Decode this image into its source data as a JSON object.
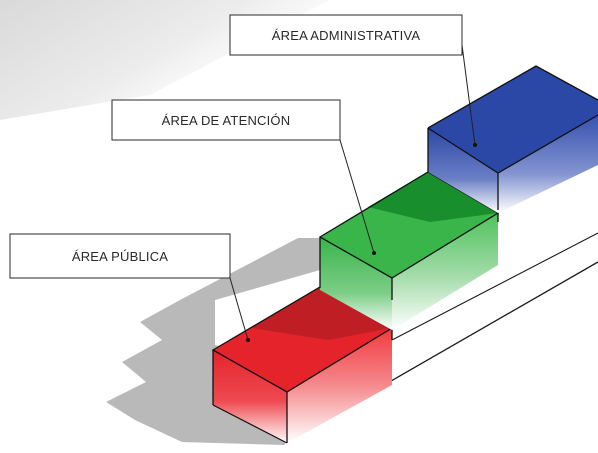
{
  "zones": [
    {
      "key": "publica",
      "label": "ÁREA PÚBLICA",
      "color": "#e4232b",
      "dark": "#a8151b"
    },
    {
      "key": "atencion",
      "label": "ÁREA DE ATENCIÓN",
      "color": "#3bb54a",
      "dark": "#1c7f2c"
    },
    {
      "key": "administrativa",
      "label": "ÁREA ADMINISTRATIVA",
      "color": "#2c48a6",
      "dark": "#1a2f7c"
    }
  ]
}
